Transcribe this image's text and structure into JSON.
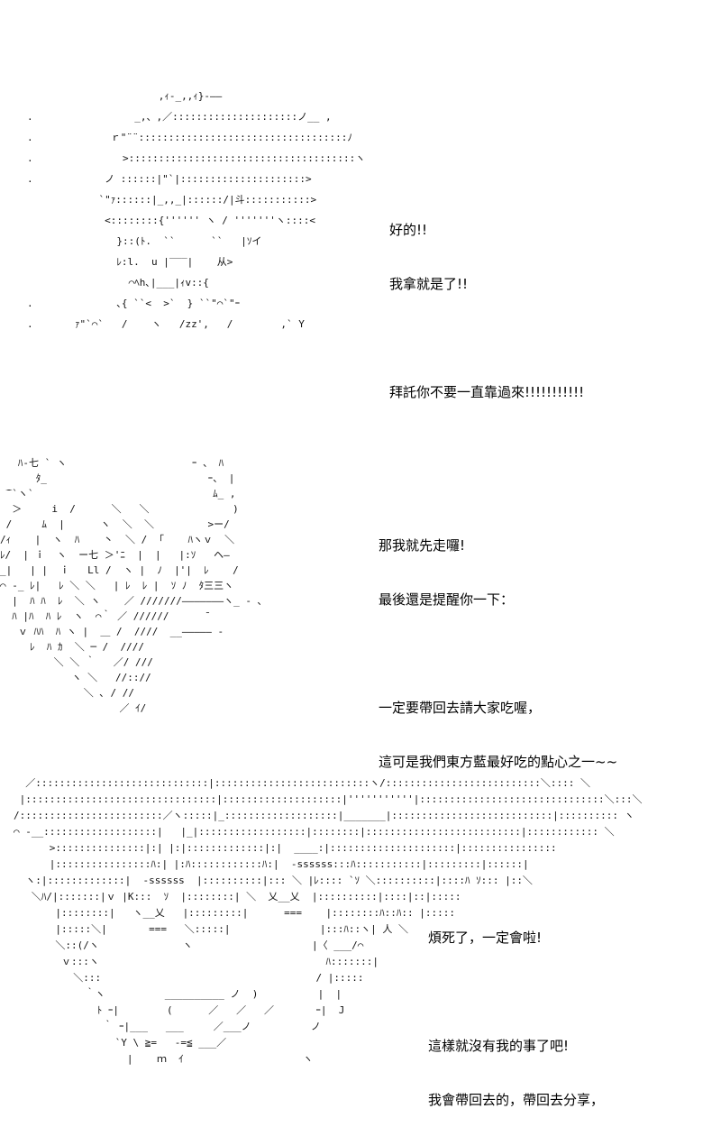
{
  "panels": [
    {
      "art": "                      ,ｨ‐_,,ｨ}‐――\n.                 _,、,／:::::::::::::::::::::ノ__ ,\n.             ｒ\"¨¨:::::::::::::::::::::::::::::::::::ﾉ\n.               >::::::::::::::::::::::::::::::::::::::ヽ\n.            ノ ::::::|\"`|:::::::::::::::::::::>\n            `\"ｧ::::::|_,,_|::::::/|斗:::::::::::>\n             <::::::::{'''''' ヽ / '''''''ヽ::::<\n               }::(ﾄ.  ``      ``   |ｿイ\n               ﾚ:l.  u |‾‾‾|    从>\n                 ⌒ﾍh､|___|ｨv::{\n.              ､{ ``<  >`  } ``\"⌒`\"ｰ\n.       ｧ\"`⌒`   /    ヽ   /zz',   /        ,` Y",
      "lines": [
        "好的!!",
        "我拿就是了!!",
        "",
        "拜託你不要一直靠過來!!!!!!!!!!!"
      ]
    },
    {
      "art": "   ﾊ-七 ` ヽ                     ｰ 、 ﾊ\n      ﾀ_                           ｰ、 |\n ̄‾`ヽ`                              ﾑ_ ,\n  ＞     i  /      ＼   ＼              )\n /     ﾑ  |      ヽ  ＼  ＼         >ー/\n/ｨ    |  ヽ  ﾊ    丶  ＼ /  ｢    ﾊヽｖ  ＼\nﾚ/  | ｉ  ヽ  ー七 ＞'ﾆ  |  |   |:ｿ   ヘ―\n_|   | |  ｉ   Ll /  ヽ |  ﾉ  |'|  ﾚ    /\n⌒ ‐_ ﾚ|   ﾚ ＼ ＼   | ﾚ  ﾚ |  ｿ ﾉ  ﾀ三三ヽ\n  |  ﾊ ﾊ  ﾚ  ＼ ヽ    ／ ///////―――――――ヽ_ ‐ ､\n  ﾊ |ﾊ  ﾊ ﾚ  ヽ  ⌒｀ ／ //////      ̄\n   ｖ ﾊﾊ  ﾊ ヽ |  ＿ /  ////  __――――― ‐\n     ﾚ  ﾊ ｶ  ＼ ─ /  ////\n         ＼ ＼ ｀   ／/ /// \n            ヽ ＼   //:://\n              ＼ ､ / // \n                    ／ ｲ/",
      "lines": [
        "那我就先走囉!",
        "最後還是提醒你一下：",
        "",
        "一定要帶回去請大家吃喔，",
        "這可是我們東方藍最好吃的點心之一~~"
      ]
    },
    {
      "art": "  ／:::::::::::::::::::::::::::::|::::::::::::::::::::::::::ヽ/::::::::::::::::::::::::::＼:::: ＼\n |::::::::::::::::::::::::::::::::|::::::::::::::::::::|'''''''''''|:::::::::::::::::::::::::::::::＼:::＼\n/::::::::::::::::::::::::／ヽ:::::|_:::::::::::::::::::|_______|:::::::::::::::::::::::::::|:::::::::: ヽ\n⌒ ‐__:::::::::::::::::::|   |_|::::::::::::::::::|::::::::|::::::::::::::::::::::::::|:::::::::::: ＼\n      >:::::::::::::::|:| |:|:::::::::::::|:|  ____:|:::::::::::::::::::::|::::::::::::::::\n      |::::::::::::::::ﾊ:| |:ﾊ::::::::::::ﾊ:|  -ssssss:::ﾊ:::::::::::|:::::::::|::::::|\n  ヽ:|:::::::::::::|  -ssssss  |::::::::::|::: ＼ |ﾚ:::: `ｿ ＼::::::::::|::::ﾊ ｿ::: |::＼\n   ＼ﾊ/|:::::::|ｖ |K:::  ｿ  |::::::::| ＼  乂__乂  |::::::::::|::::|::|:::::\n       |::::::::|   ヽ__乂   |:::::::::|      ===    |::::::::ﾊ::ﾊ:: |:::::\n       |:::::＼|       ===   ＼:::::|               |:::ﾊ::ヽ| 人 ＼\n       ＼::(/ヽ              ヽ                    |〈 ___/⌒\n        ｖ:::ヽ                                      ﾊ:::::::|\n          ＼:::                                    / |:::::\n            ｀ヽ          __________ ノ  )          |  |\n              ﾄ ｰ|        (      ／   ／   ／       ｰ|  J\n               ｀ ｰ|___   ___     ／___ノ          ノ\n                 `Y \\ ≧=   ‐=≦ ___／\n                   |    ｍ  ｲ                    ヽ",
      "lines": [
        "煩死了，一定會啦!",
        "",
        "這樣就沒有我的事了吧!",
        "我會帶回去的，帶回去分享，"
      ]
    }
  ]
}
